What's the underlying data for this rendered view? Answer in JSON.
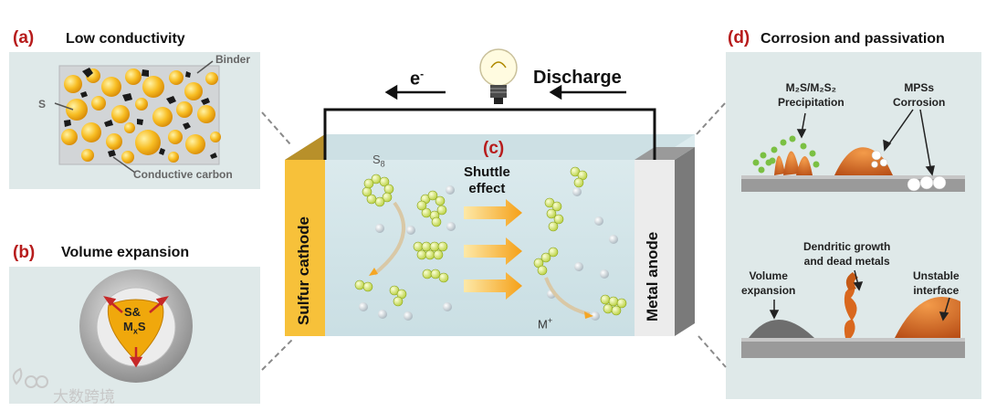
{
  "panel_a": {
    "tag": "(a)",
    "title": "Low conductivity",
    "binder": "Binder",
    "s": "S",
    "carbon": "Conductive carbon"
  },
  "panel_b": {
    "tag": "(b)",
    "title": "Volume expansion",
    "core_top": "S&",
    "core_bottom_main": "M",
    "core_bottom_sub": "x",
    "core_bottom_end": "S"
  },
  "panel_c": {
    "tag": "(c)",
    "electron": "e",
    "electron_sup": "-",
    "discharge": "Discharge",
    "cathode": "Sulfur cathode",
    "anode": "Metal anode",
    "s8_main": "S",
    "s8_sub": "8",
    "shuttle_line1": "Shuttle",
    "shuttle_line2": "effect",
    "ion_main": "M",
    "ion_sup": "+"
  },
  "panel_d": {
    "tag": "(d)",
    "title": "Corrosion and passivation",
    "precip_line1": "M₂S/M₂S₂",
    "precip_line2": "Precipitation",
    "mpss_line1": "MPSs",
    "mpss_line2": "Corrosion",
    "dendrite_line1": "Dendritic growth",
    "dendrite_line2": "and dead metals",
    "volume_line1": "Volume",
    "volume_line2": "expansion",
    "unstable_line1": "Unstable",
    "unstable_line2": "interface"
  },
  "watermark": "大数跨境",
  "colors": {
    "panel_bg": "#dfe9e9",
    "tag_red": "#b71c1c",
    "sulfur_yellow": "#f3b21b",
    "cathode_yellow": "#f7c13a",
    "anode_grey": "#7a7a7a",
    "deposit_orange": "#d9681e",
    "arrow_orange": "#f5a623",
    "polysulfide_green": "#d7e86a"
  },
  "icons": [
    "light-bulb-icon",
    "left-arrow-icon"
  ]
}
